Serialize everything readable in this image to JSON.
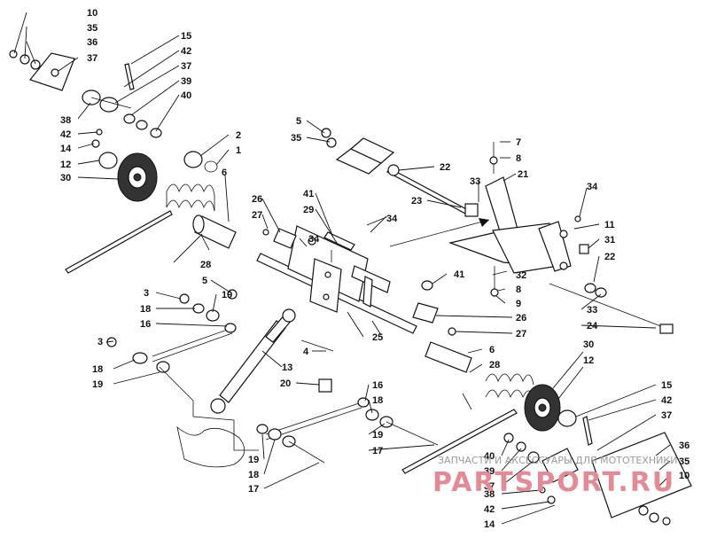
{
  "diagram": {
    "callouts_left_top": [
      "10",
      "35",
      "36",
      "37",
      "38",
      "42",
      "14",
      "12",
      "30"
    ],
    "callouts_upper_mid": [
      "15",
      "42",
      "37",
      "39",
      "40",
      "2",
      "1"
    ],
    "callouts_center": [
      "6",
      "26",
      "27",
      "28",
      "41",
      "29",
      "34",
      "5",
      "35",
      "22",
      "23",
      "33",
      "21",
      "7",
      "8"
    ],
    "callouts_right": [
      "34",
      "11",
      "31",
      "22",
      "32",
      "8",
      "9",
      "26",
      "27",
      "33",
      "24"
    ],
    "callouts_left_mid": [
      "5",
      "3",
      "18",
      "19",
      "16",
      "3",
      "18",
      "19",
      "4",
      "13",
      "20",
      "25",
      "34",
      "41",
      "6",
      "28"
    ],
    "callouts_bottom": [
      "16",
      "18",
      "19",
      "17",
      "19",
      "18",
      "17",
      "30",
      "12",
      "15",
      "42",
      "37",
      "36",
      "35",
      "10",
      "40",
      "39",
      "37",
      "38",
      "42",
      "14"
    ]
  },
  "watermark": {
    "caption": "ЗАПЧАСТИ И АКСЕССУАРЫ ДЛЯ МОТОТЕХНИКИ",
    "brand": "PARTSPORT.RU"
  }
}
